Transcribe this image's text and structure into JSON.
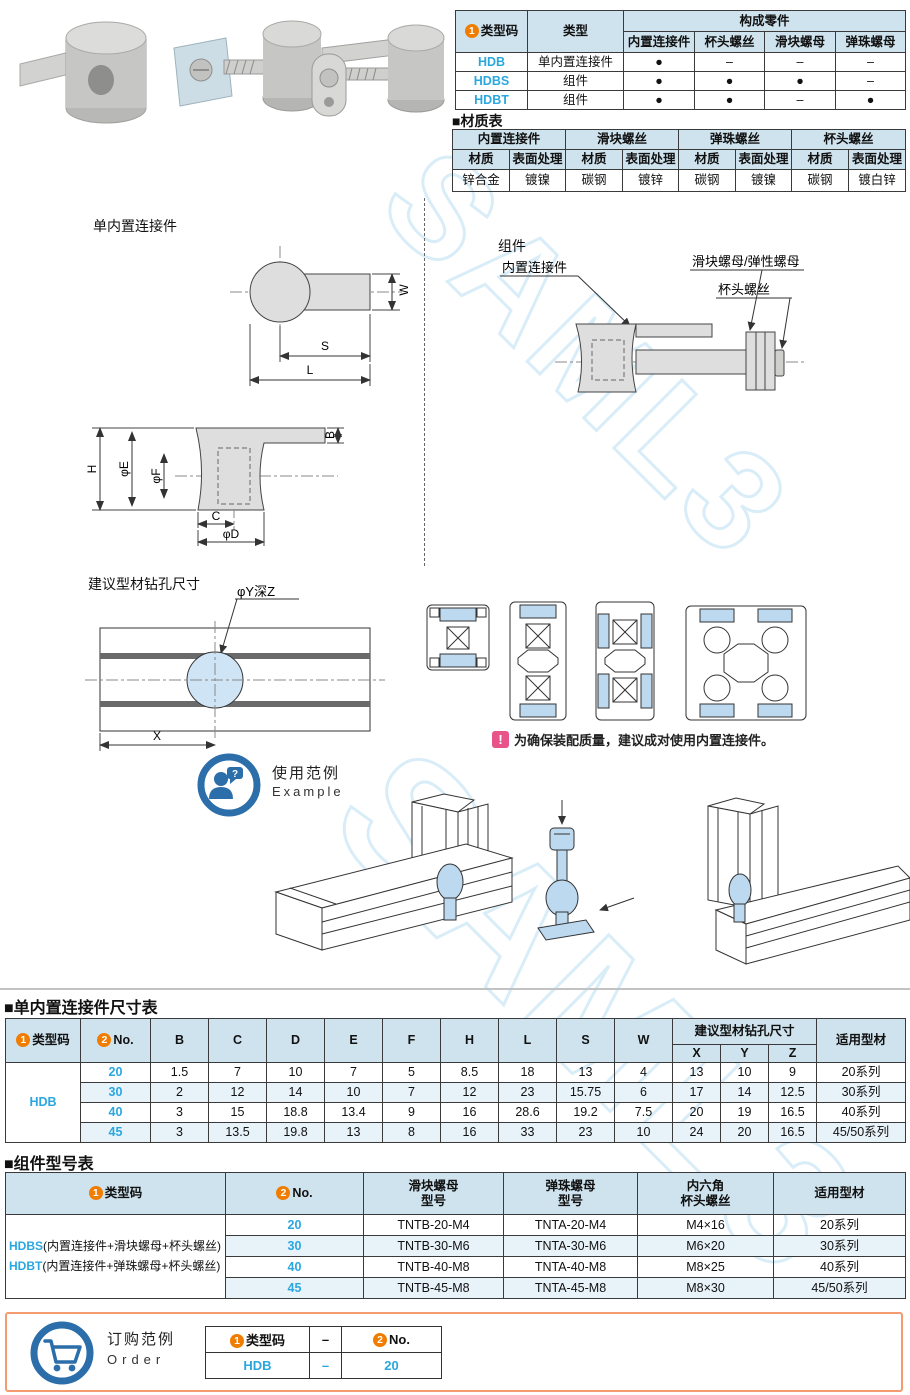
{
  "colors": {
    "accent_cyan": "#2aa7df",
    "badge_orange": "#f07d00",
    "table_header_blue": "#cfe3ee",
    "row_stripe_blue": "#e8f2f9",
    "highlight_blue": "#bcd9f0",
    "icon_blue": "#2b6ea9",
    "note_pink": "#e8538a",
    "order_border_orange": "#f49b70"
  },
  "watermark": {
    "text": "SAML3"
  },
  "badges": {
    "one": "1",
    "two": "2"
  },
  "type_table": {
    "col_code": "类型码",
    "col_type": "类型",
    "col_parts_group": "构成零件",
    "part_cols": [
      "内置连接件",
      "杯头螺丝",
      "滑块螺母",
      "弹珠螺母"
    ],
    "rows": [
      {
        "code": "HDB",
        "type": "单内置连接件",
        "p0": "●",
        "p1": "–",
        "p2": "–",
        "p3": "–"
      },
      {
        "code": "HDBS",
        "type": "组件",
        "p0": "●",
        "p1": "●",
        "p2": "●",
        "p3": "–"
      },
      {
        "code": "HDBT",
        "type": "组件",
        "p0": "●",
        "p1": "●",
        "p2": "–",
        "p3": "●"
      }
    ]
  },
  "material_table": {
    "title": "■材质表",
    "groups": [
      "内置连接件",
      "滑块螺丝",
      "弹珠螺丝",
      "杯头螺丝"
    ],
    "sub_material": "材质",
    "sub_surface": "表面处理",
    "values": [
      "锌合金",
      "镀镍",
      "碳钢",
      "镀锌",
      "碳钢",
      "镀镍",
      "碳钢",
      "镀白锌"
    ]
  },
  "drawings": {
    "single_title": "单内置连接件",
    "assembly_title": "组件",
    "drill_title": "建议型材钻孔尺寸",
    "dim_W": "W",
    "dim_S": "S",
    "dim_L": "L",
    "dim_H": "H",
    "dim_E": "φE",
    "dim_F": "φF",
    "dim_B": "B",
    "dim_C": "C",
    "dim_D": "φD",
    "dim_YZ": "φY深Z",
    "dim_X": "X",
    "callout_connector": "内置连接件",
    "callout_nut": "滑块螺母/弹性螺母",
    "callout_screw": "杯头螺丝",
    "note_icon": "!",
    "note": "为确保装配质量，建议成对使用内置连接件。"
  },
  "example": {
    "title_cn": "使用范例",
    "title_en": "Example",
    "icon_q": "?"
  },
  "dim_table": {
    "title": "■单内置连接件尺寸表",
    "h_code": "类型码",
    "h_no": "No.",
    "h_dims": [
      "B",
      "C",
      "D",
      "E",
      "F",
      "H",
      "L",
      "S",
      "W"
    ],
    "h_drill_group": "建议型材钻孔尺寸",
    "h_drill": [
      "X",
      "Y",
      "Z"
    ],
    "h_series": "适用型材",
    "code": "HDB",
    "rows": [
      {
        "no": "20",
        "v": [
          "1.5",
          "7",
          "10",
          "7",
          "5",
          "8.5",
          "18",
          "13",
          "4",
          "13",
          "10",
          "9"
        ],
        "series": "20系列"
      },
      {
        "no": "30",
        "v": [
          "2",
          "12",
          "14",
          "10",
          "7",
          "12",
          "23",
          "15.75",
          "6",
          "17",
          "14",
          "12.5"
        ],
        "series": "30系列"
      },
      {
        "no": "40",
        "v": [
          "3",
          "15",
          "18.8",
          "13.4",
          "9",
          "16",
          "28.6",
          "19.2",
          "7.5",
          "20",
          "19",
          "16.5"
        ],
        "series": "40系列"
      },
      {
        "no": "45",
        "v": [
          "3",
          "13.5",
          "19.8",
          "13",
          "8",
          "16",
          "33",
          "23",
          "10",
          "24",
          "20",
          "16.5"
        ],
        "series": "45/50系列"
      }
    ]
  },
  "model_table": {
    "title": "■组件型号表",
    "h_code": "类型码",
    "h_no": "No.",
    "h_slider_1": "滑块螺母",
    "h_slider_2": "型号",
    "h_ball_1": "弹珠螺母",
    "h_ball_2": "型号",
    "h_screw_1": "内六角",
    "h_screw_2": "杯头螺丝",
    "h_series": "适用型材",
    "code_lines": [
      {
        "code": "HDBS",
        "desc": "(内置连接件+滑块螺母+杯头螺丝)"
      },
      {
        "code": "HDBT",
        "desc": "(内置连接件+弹珠螺母+杯头螺丝)"
      }
    ],
    "rows": [
      {
        "no": "20",
        "slider": "TNTB-20-M4",
        "ball": "TNTA-20-M4",
        "screw": "M4×16",
        "series": "20系列"
      },
      {
        "no": "30",
        "slider": "TNTB-30-M6",
        "ball": "TNTA-30-M6",
        "screw": "M6×20",
        "series": "30系列"
      },
      {
        "no": "40",
        "slider": "TNTB-40-M8",
        "ball": "TNTA-40-M8",
        "screw": "M8×25",
        "series": "40系列"
      },
      {
        "no": "45",
        "slider": "TNTB-45-M8",
        "ball": "TNTA-45-M8",
        "screw": "M8×30",
        "series": "45/50系列"
      }
    ]
  },
  "order": {
    "title_cn": "订购范例",
    "title_en": "Order",
    "h_code": "类型码",
    "h_dash": "–",
    "h_no": "No.",
    "code": "HDB",
    "dash": "–",
    "no": "20"
  }
}
